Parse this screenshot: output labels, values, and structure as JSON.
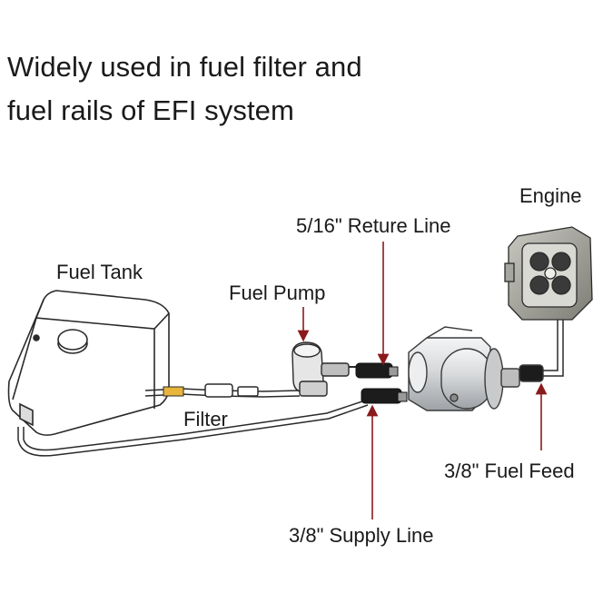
{
  "headline": {
    "line1": "Widely used in fuel filter and",
    "line2": "fuel rails of EFI system"
  },
  "labels": {
    "engine": "Engine",
    "return_line": "5/16\" Reture Line",
    "fuel_tank": "Fuel Tank",
    "fuel_pump": "Fuel Pump",
    "filter": "Filter",
    "fuel_feed": "3/8\" Fuel Feed",
    "supply_line": "3/8\" Supply Line"
  },
  "colors": {
    "arrow": "#8b1a1a",
    "line_art": "#2a2a2a",
    "filter_body": "#d8dadc",
    "fitting": "#1c1c1c",
    "accent_yellow": "#e8b43a"
  }
}
